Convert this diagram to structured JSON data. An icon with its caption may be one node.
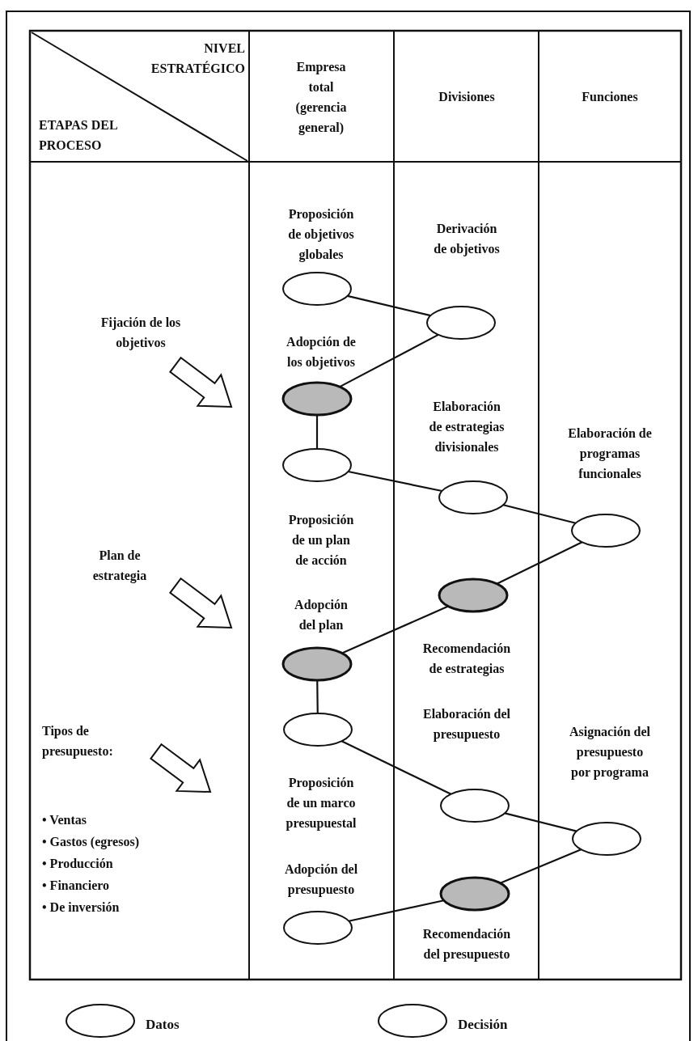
{
  "diagram": {
    "nodes": [
      {
        "text": [
          "Proposición de objetivos globales"
        ]
      },
      {
        "text": [
          "Derivación de objetivos"
        ]
      },
      {
        "text": [
          "Adopción de los objetivos"
        ]
      },
      {
        "text": [
          "Proposición de un plan de acción"
        ]
      },
      {
        "text": [
          "Elaboración de estrategias divisionales"
        ]
      },
      {
        "text": [
          "Elaboración de programas funcionales"
        ]
      },
      {
        "text": [
          "Recomendación de estrategias"
        ]
      },
      {
        "text": [
          "Adopción del plan"
        ]
      },
      {
        "text": [
          "Proposición de un marco presupuestal"
        ]
      },
      {
        "text": [
          "Elaboración del presupuesto"
        ]
      },
      {
        "text": [
          "Asignación del presupuesto por programa"
        ]
      },
      {
        "text": [
          "Recomendación del presupuesto"
        ]
      },
      {
        "text": [
          "Adopción del presupuesto"
        ]
      }
    ],
    "edges": [
      {
        "from": 0,
        "to": 1,
        "arrow": "none"
      },
      {
        "from": 1,
        "to": 2,
        "arrow": "none"
      },
      {
        "from": 2,
        "to": 3,
        "arrow": "none"
      },
      {
        "from": 3,
        "to": 4,
        "arrow": "none"
      },
      {
        "from": 4,
        "to": 5,
        "arrow": "none"
      },
      {
        "from": 5,
        "to": 6,
        "arrow": "none"
      },
      {
        "from": 6,
        "to": 7,
        "arrow": "none"
      },
      {
        "from": 7,
        "to": 8,
        "arrow": "none"
      },
      {
        "from": 8,
        "to": 9,
        "arrow": "none"
      },
      {
        "from": 9,
        "to": 10,
        "arrow": "none"
      },
      {
        "from": 10,
        "to": 11,
        "arrow": "none"
      },
      {
        "from": 11,
        "to": 12,
        "arrow": "none"
      }
    ],
    "labels": [
      "NIVEL ESTRATÉGICO",
      "ETAPAS DEL PROCESO",
      "Empresa total (gerencia general)",
      "Divisiones",
      "Funciones",
      "Fijación de los objetivos",
      "Plan de estrategia",
      "Tipos de presupuesto:",
      "• Ventas",
      "• Gastos (egresos)",
      "• Producción",
      "• Financiero",
      "• De inversión"
    ],
    "legend": [
      {
        "text": "Datos"
      },
      {
        "text": "Decisión"
      }
    ]
  }
}
